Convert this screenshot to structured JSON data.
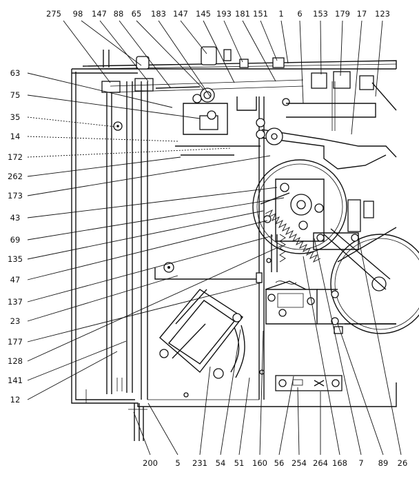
{
  "callouts": {
    "top": [
      "275",
      "98",
      "147",
      "88",
      "65",
      "183",
      "147",
      "145",
      "193",
      "181",
      "151",
      "1",
      "6",
      "153",
      "179",
      "17",
      "123"
    ],
    "left": [
      "63",
      "75",
      "35",
      "14",
      "172",
      "262",
      "173",
      "43",
      "69",
      "135",
      "47",
      "137",
      "23",
      "177",
      "128",
      "141",
      "12"
    ],
    "bottom": [
      "200",
      "5",
      "231",
      "54",
      "51",
      "160",
      "56",
      "254",
      "264",
      "168",
      "7",
      "89",
      "26"
    ]
  }
}
